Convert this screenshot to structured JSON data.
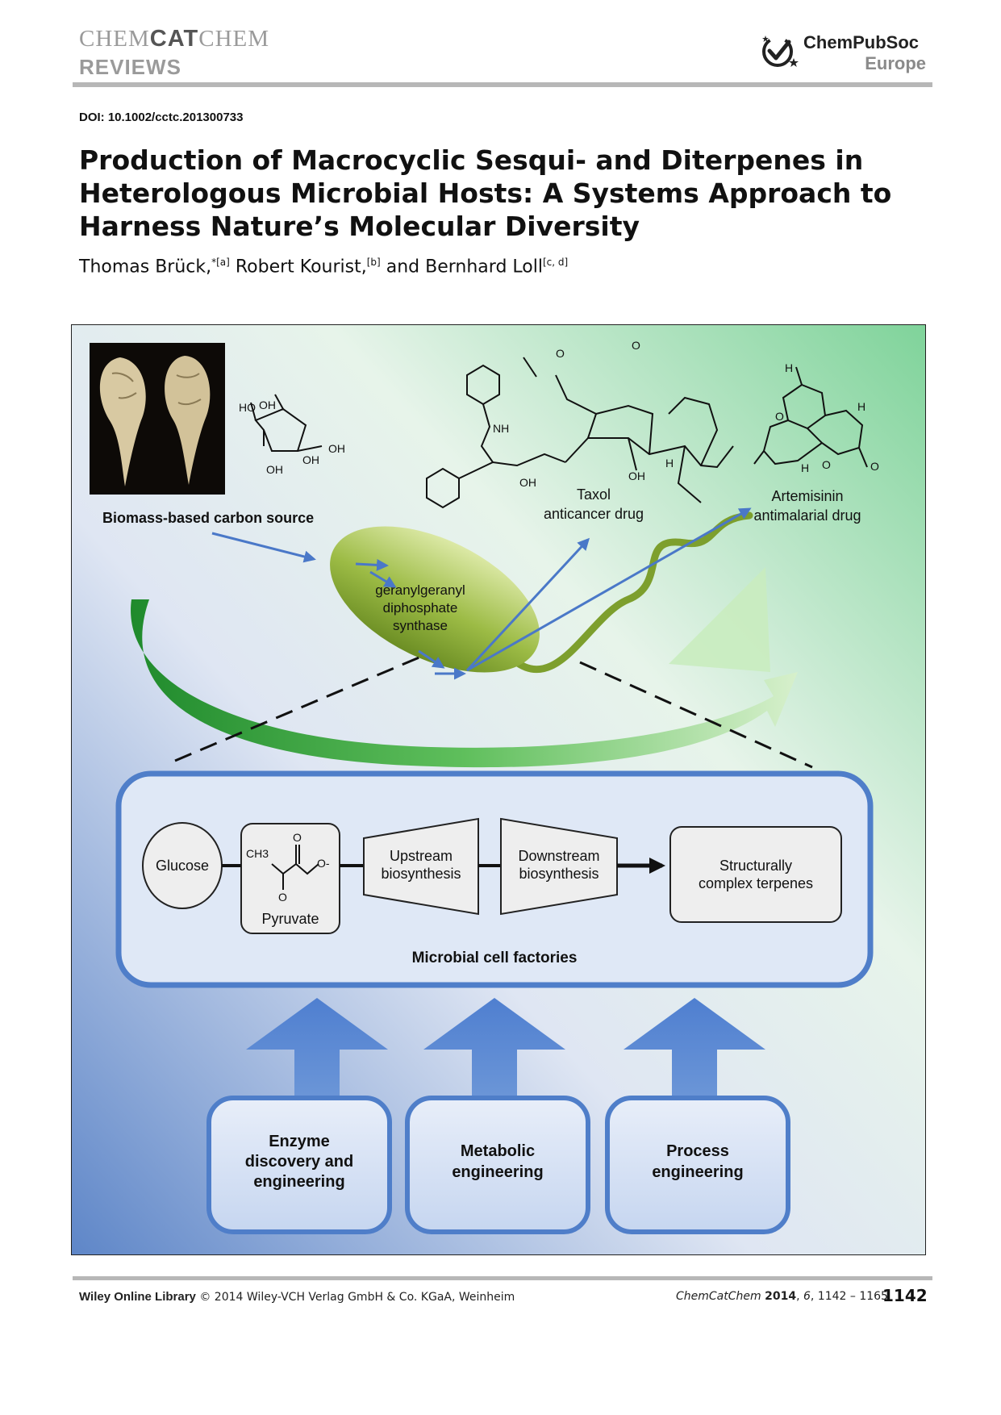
{
  "header": {
    "journal_left": "CHEM",
    "journal_mid": "CAT",
    "journal_right": "CHEM",
    "section": "REVIEWS",
    "publisher_name": "ChemPubSoc",
    "publisher_region": "Europe"
  },
  "article": {
    "doi": "DOI: 10.1002/cctc.201300733",
    "title": "Production of Macrocyclic Sesqui- and Diterpenes in Heterologous Microbial Hosts: A Systems Approach to Harness Nature’s Molecular Diversity",
    "authors": [
      {
        "name": "Thomas Brück,",
        "mark": "*[a]"
      },
      {
        "name": "Robert Kourist,",
        "mark": "[b]"
      },
      {
        "name": "Bernhard Loll",
        "mark": "[c, d]",
        "joiner": "and"
      }
    ]
  },
  "figure": {
    "sugar_labels": [
      "HO",
      "OH",
      "OH",
      "OH",
      "OH"
    ],
    "pyruvate_formula": "CH3",
    "pyruvate_ox": "O",
    "pyruvate_charge": "O-",
    "taxol_labels": [
      "NH",
      "OH",
      "OH",
      "O",
      "O",
      "H"
    ],
    "artemisinin_labels": [
      "H",
      "H",
      "H",
      "O",
      "O",
      "O"
    ],
    "biomass_label": "Biomass-based carbon source",
    "enzyme_label": [
      "geranylgeranyl",
      "diphosphate",
      "synthase"
    ],
    "taxol_name": "Taxol",
    "taxol_use": "anticancer drug",
    "artemisinin_name": "Artemisinin",
    "artemisinin_use": "antimalarial drug",
    "pathway": {
      "glucose": "Glucose",
      "pyruvate": "Pyruvate",
      "upstream": [
        "Upstream",
        "biosynthesis"
      ],
      "downstream": [
        "Downstream",
        "biosynthesis"
      ],
      "product": [
        "Structurally",
        "complex terpenes"
      ],
      "factory_label": "Microbial cell factories"
    },
    "pillars": [
      {
        "lines": [
          "Enzyme",
          "discovery and",
          "engineering"
        ]
      },
      {
        "lines": [
          "Metabolic",
          "engineering"
        ]
      },
      {
        "lines": [
          "Process",
          "engineering"
        ]
      }
    ],
    "colors": {
      "arrow_blue": "#4a78c8",
      "green_band": "#2f9e3a",
      "box_border": "#4f7ec9",
      "cell_green": "#8fae35"
    }
  },
  "footer": {
    "library": "Wiley Online Library",
    "copyright": "© 2014 Wiley-VCH Verlag GmbH & Co. KGaA, Weinheim",
    "journal": "ChemCatChem",
    "year": "2014",
    "volume": "6",
    "pages": ", 1142 – 1165",
    "page_number": "1142"
  }
}
